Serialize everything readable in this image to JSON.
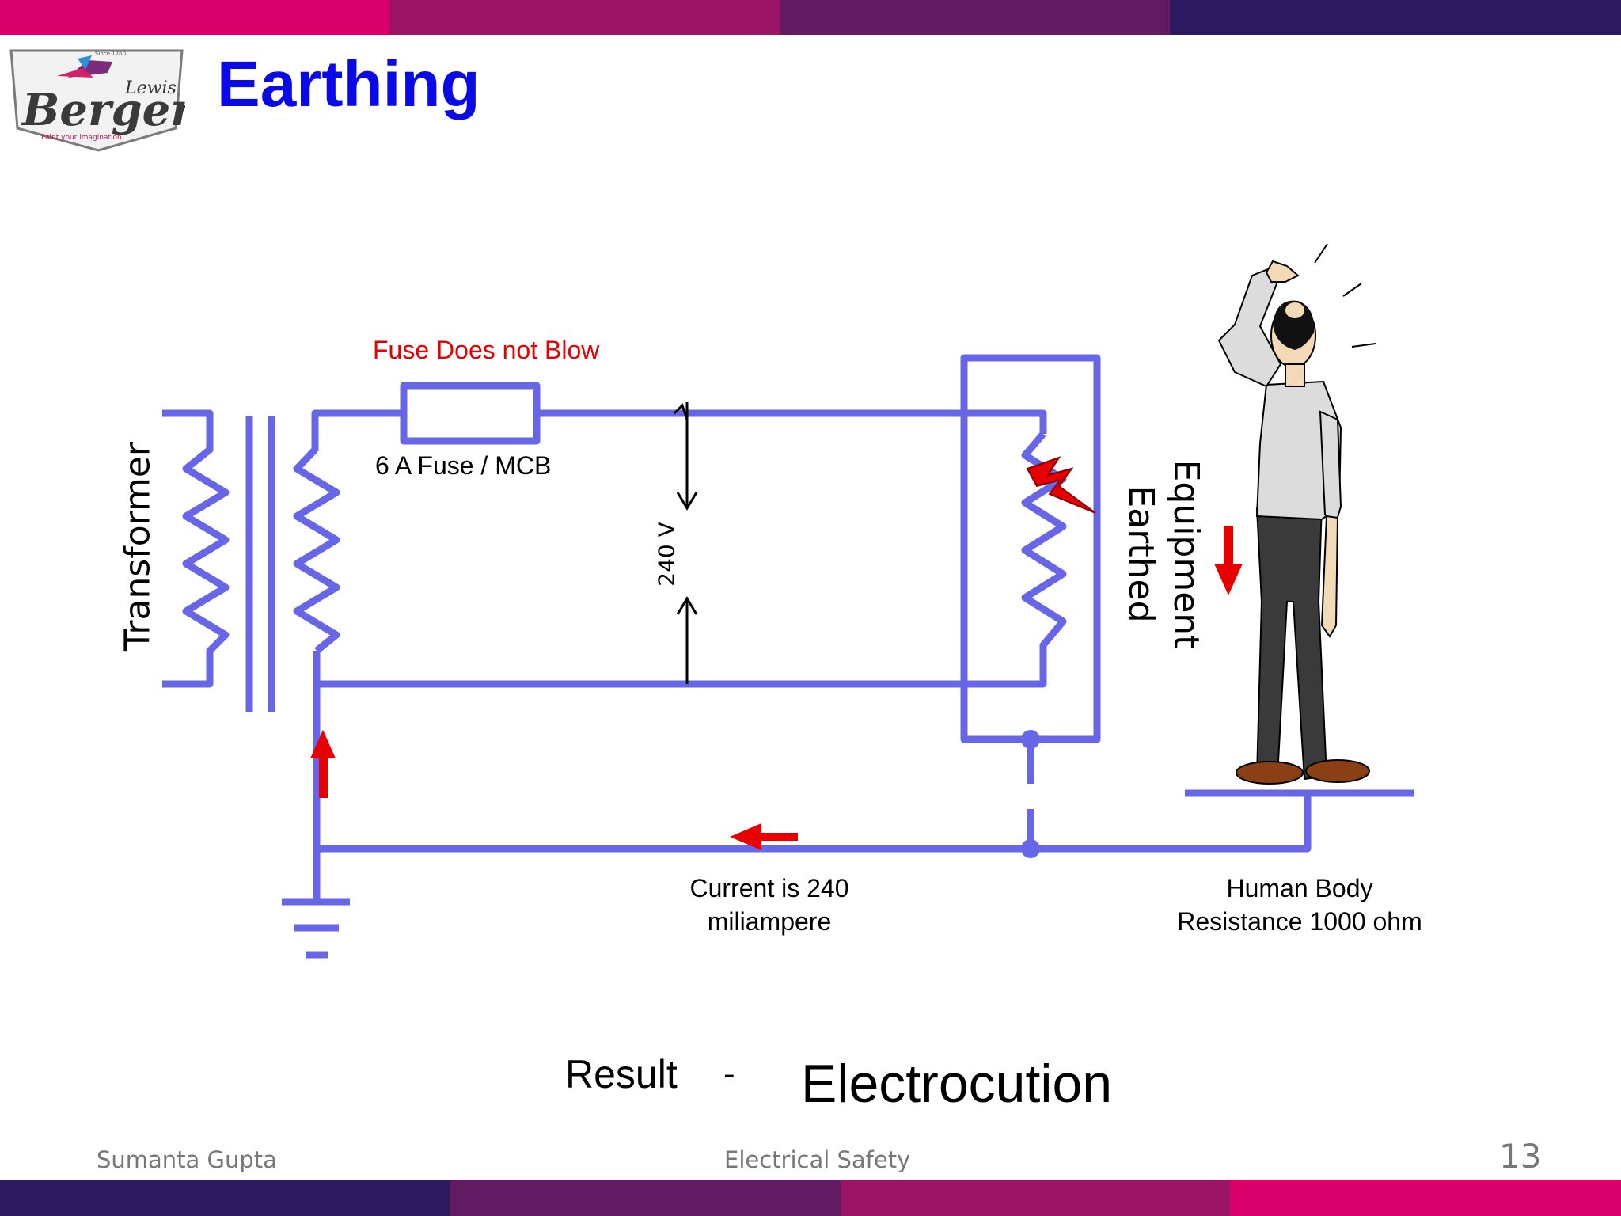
{
  "slide": {
    "title": "Earthing",
    "logo": {
      "wordmark": "Berger",
      "script_mark": "Lewis",
      "tagline": "Paint your imagination",
      "since": "Since 1760"
    },
    "colors": {
      "title": "#0a0ae6",
      "wire": "#6666e6",
      "alert": "#e60000",
      "bar_pink": "#d9006c",
      "bar_purple": "#6a1560",
      "bar_navy": "#2b1a60"
    }
  },
  "diagram": {
    "transformer_label": "Transformer",
    "fuse_status": "Fuse Does not Blow",
    "fuse_label": "6 A Fuse / MCB",
    "voltage_label": "240 V",
    "equipment_label_line1": "Equipment",
    "equipment_label_line2": "Earthed",
    "current_line1": "Current is 240",
    "current_line2": "miliampere",
    "body_line1": "Human Body",
    "body_line2": "Resistance 1000 ohm",
    "icons": [
      "transformer-coil-icon",
      "fuse-icon",
      "ground-symbol-icon",
      "spark-icon",
      "current-arrow-icon",
      "person-figure-icon"
    ]
  },
  "result": {
    "label": "Result",
    "separator": "-",
    "value": "Electrocution"
  },
  "footer": {
    "author": "Sumanta Gupta",
    "topic": "Electrical Safety",
    "page": "13"
  }
}
